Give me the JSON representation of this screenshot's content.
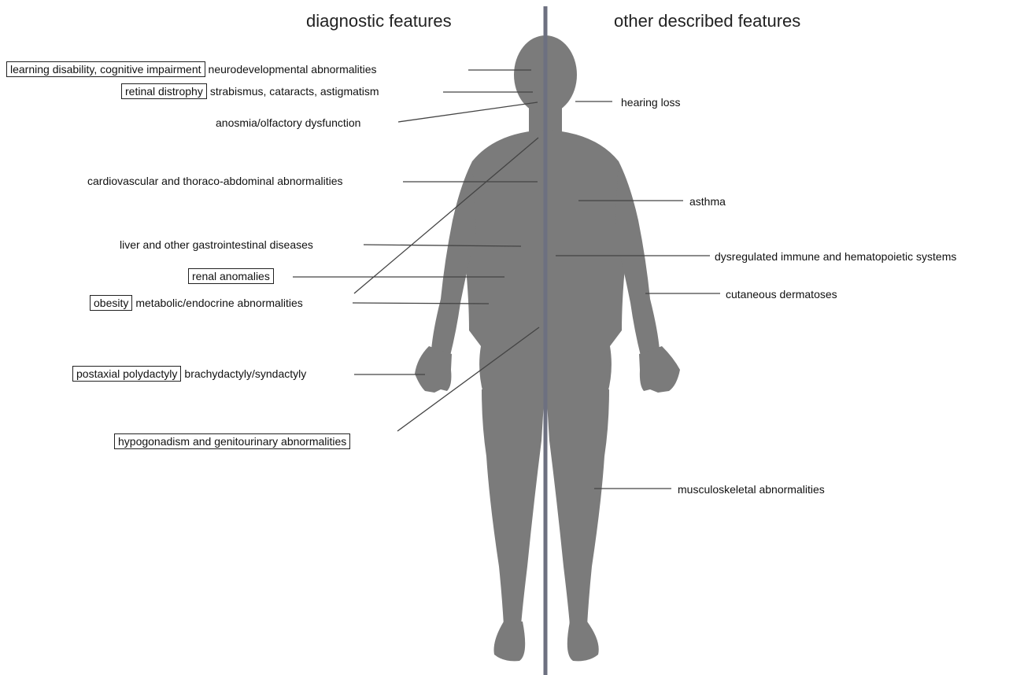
{
  "headings": {
    "left": "diagnostic features",
    "right": "other described features"
  },
  "left_features": [
    {
      "boxed": "learning disability, cognitive impairment",
      "text": "neurodevelopmental abnormalities"
    },
    {
      "boxed": "retinal distrophy",
      "text": "strabismus, cataracts, astigmatism"
    },
    {
      "boxed": "",
      "text": "anosmia/olfactory dysfunction"
    },
    {
      "boxed": "",
      "text": "cardiovascular and thoraco-abdominal abnormalities"
    },
    {
      "boxed": "",
      "text": "liver and other gastrointestinal diseases"
    },
    {
      "boxed": "renal anomalies",
      "text": ""
    },
    {
      "boxed": "obesity",
      "text": "metabolic/endocrine abnormalities"
    },
    {
      "boxed": "postaxial polydactyly",
      "text": "brachydactyly/syndactyly"
    },
    {
      "boxed": "hypogonadism and genitourinary abnormalities",
      "text": ""
    }
  ],
  "right_features": [
    {
      "text": "hearing loss"
    },
    {
      "text": "asthma"
    },
    {
      "text": "dysregulated immune and hematopoietic systems"
    },
    {
      "text": "cutaneous dermatoses"
    },
    {
      "text": "musculoskeletal abnormalities"
    }
  ],
  "colors": {
    "body": "#7b7b7b",
    "midline": "#6d7080",
    "leader": "#444444"
  }
}
